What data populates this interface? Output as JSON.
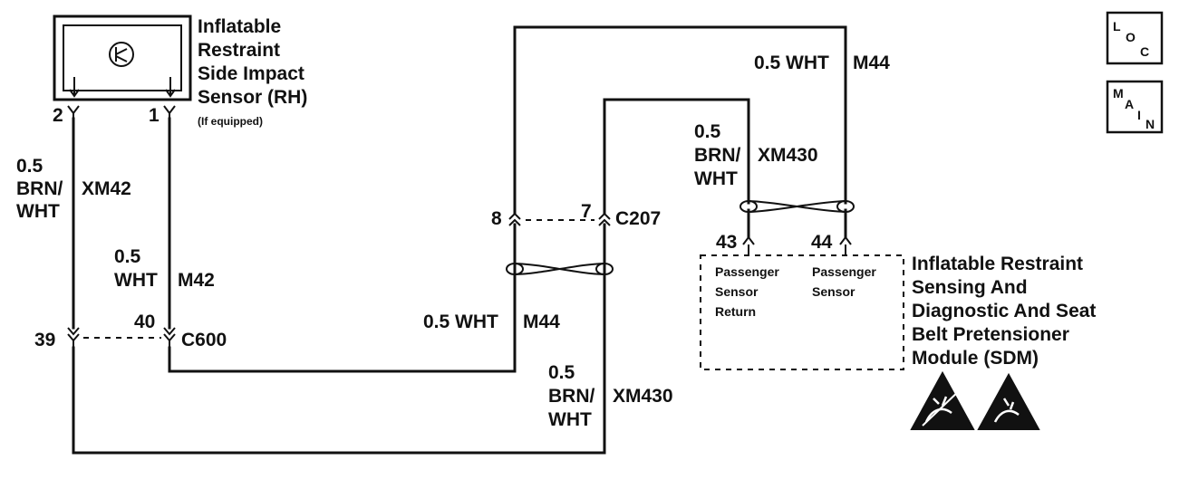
{
  "sensor": {
    "title_lines": [
      "Inflatable",
      "Restraint",
      "Side Impact",
      "Sensor (RH)"
    ],
    "note": "(If equipped)",
    "pin_left": "2",
    "pin_right": "1"
  },
  "wires": {
    "xm42": {
      "gauge": "0.5",
      "color_1": "BRN/",
      "color_2": "WHT",
      "circuit": "XM42"
    },
    "m42": {
      "gauge": "0.5",
      "color": "WHT",
      "circuit": "M42"
    },
    "m44_top": {
      "label": "0.5 WHT",
      "circuit": "M44"
    },
    "m44_mid": {
      "label": "0.5 WHT",
      "circuit": "M44"
    },
    "xm430_right": {
      "gauge": "0.5",
      "color_1": "BRN/",
      "color_2": "WHT",
      "circuit": "XM430"
    },
    "xm430_bottom": {
      "gauge": "0.5",
      "color_1": "BRN/",
      "color_2": "WHT",
      "circuit": "XM430"
    }
  },
  "connectors": {
    "c600": {
      "name": "C600",
      "pin_a": "39",
      "pin_b": "40"
    },
    "c207": {
      "name": "C207",
      "pin_a": "8",
      "pin_b": "7"
    }
  },
  "sdm": {
    "pin_a": "43",
    "pin_b": "44",
    "term_a_lines": [
      "Passenger",
      "Sensor",
      "Return"
    ],
    "term_b_lines": [
      "Passenger",
      "Sensor"
    ],
    "title_lines": [
      "Inflatable Restraint",
      "Sensing And",
      "Diagnostic And Seat",
      "Belt Pretensioner",
      "Module  (SDM)"
    ]
  },
  "badges": {
    "loc": {
      "l": "L",
      "o": "O",
      "c": "C"
    },
    "main": {
      "m": "M",
      "a": "A",
      "i": "I",
      "n": "N"
    }
  },
  "icons": [
    "esd-sensitive-icon",
    "esd-caution-icon"
  ]
}
